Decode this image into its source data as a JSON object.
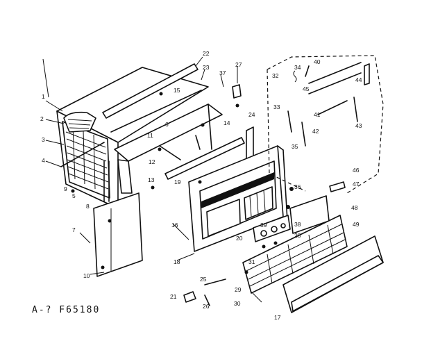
{
  "caption": "A-? F65180",
  "part_labels": [
    "1",
    "2",
    "3",
    "4",
    "5",
    "6",
    "7",
    "8",
    "9",
    "10",
    "11",
    "12",
    "13",
    "14",
    "15",
    "16",
    "17",
    "18",
    "19",
    "20",
    "21",
    "22",
    "23",
    "24",
    "25",
    "26",
    "27",
    "28",
    "29",
    "30",
    "31",
    "32",
    "33",
    "34",
    "35",
    "36",
    "37",
    "38",
    "39",
    "40",
    "41",
    "42",
    "43",
    "44",
    "45",
    "46",
    "47",
    "48",
    "49"
  ]
}
